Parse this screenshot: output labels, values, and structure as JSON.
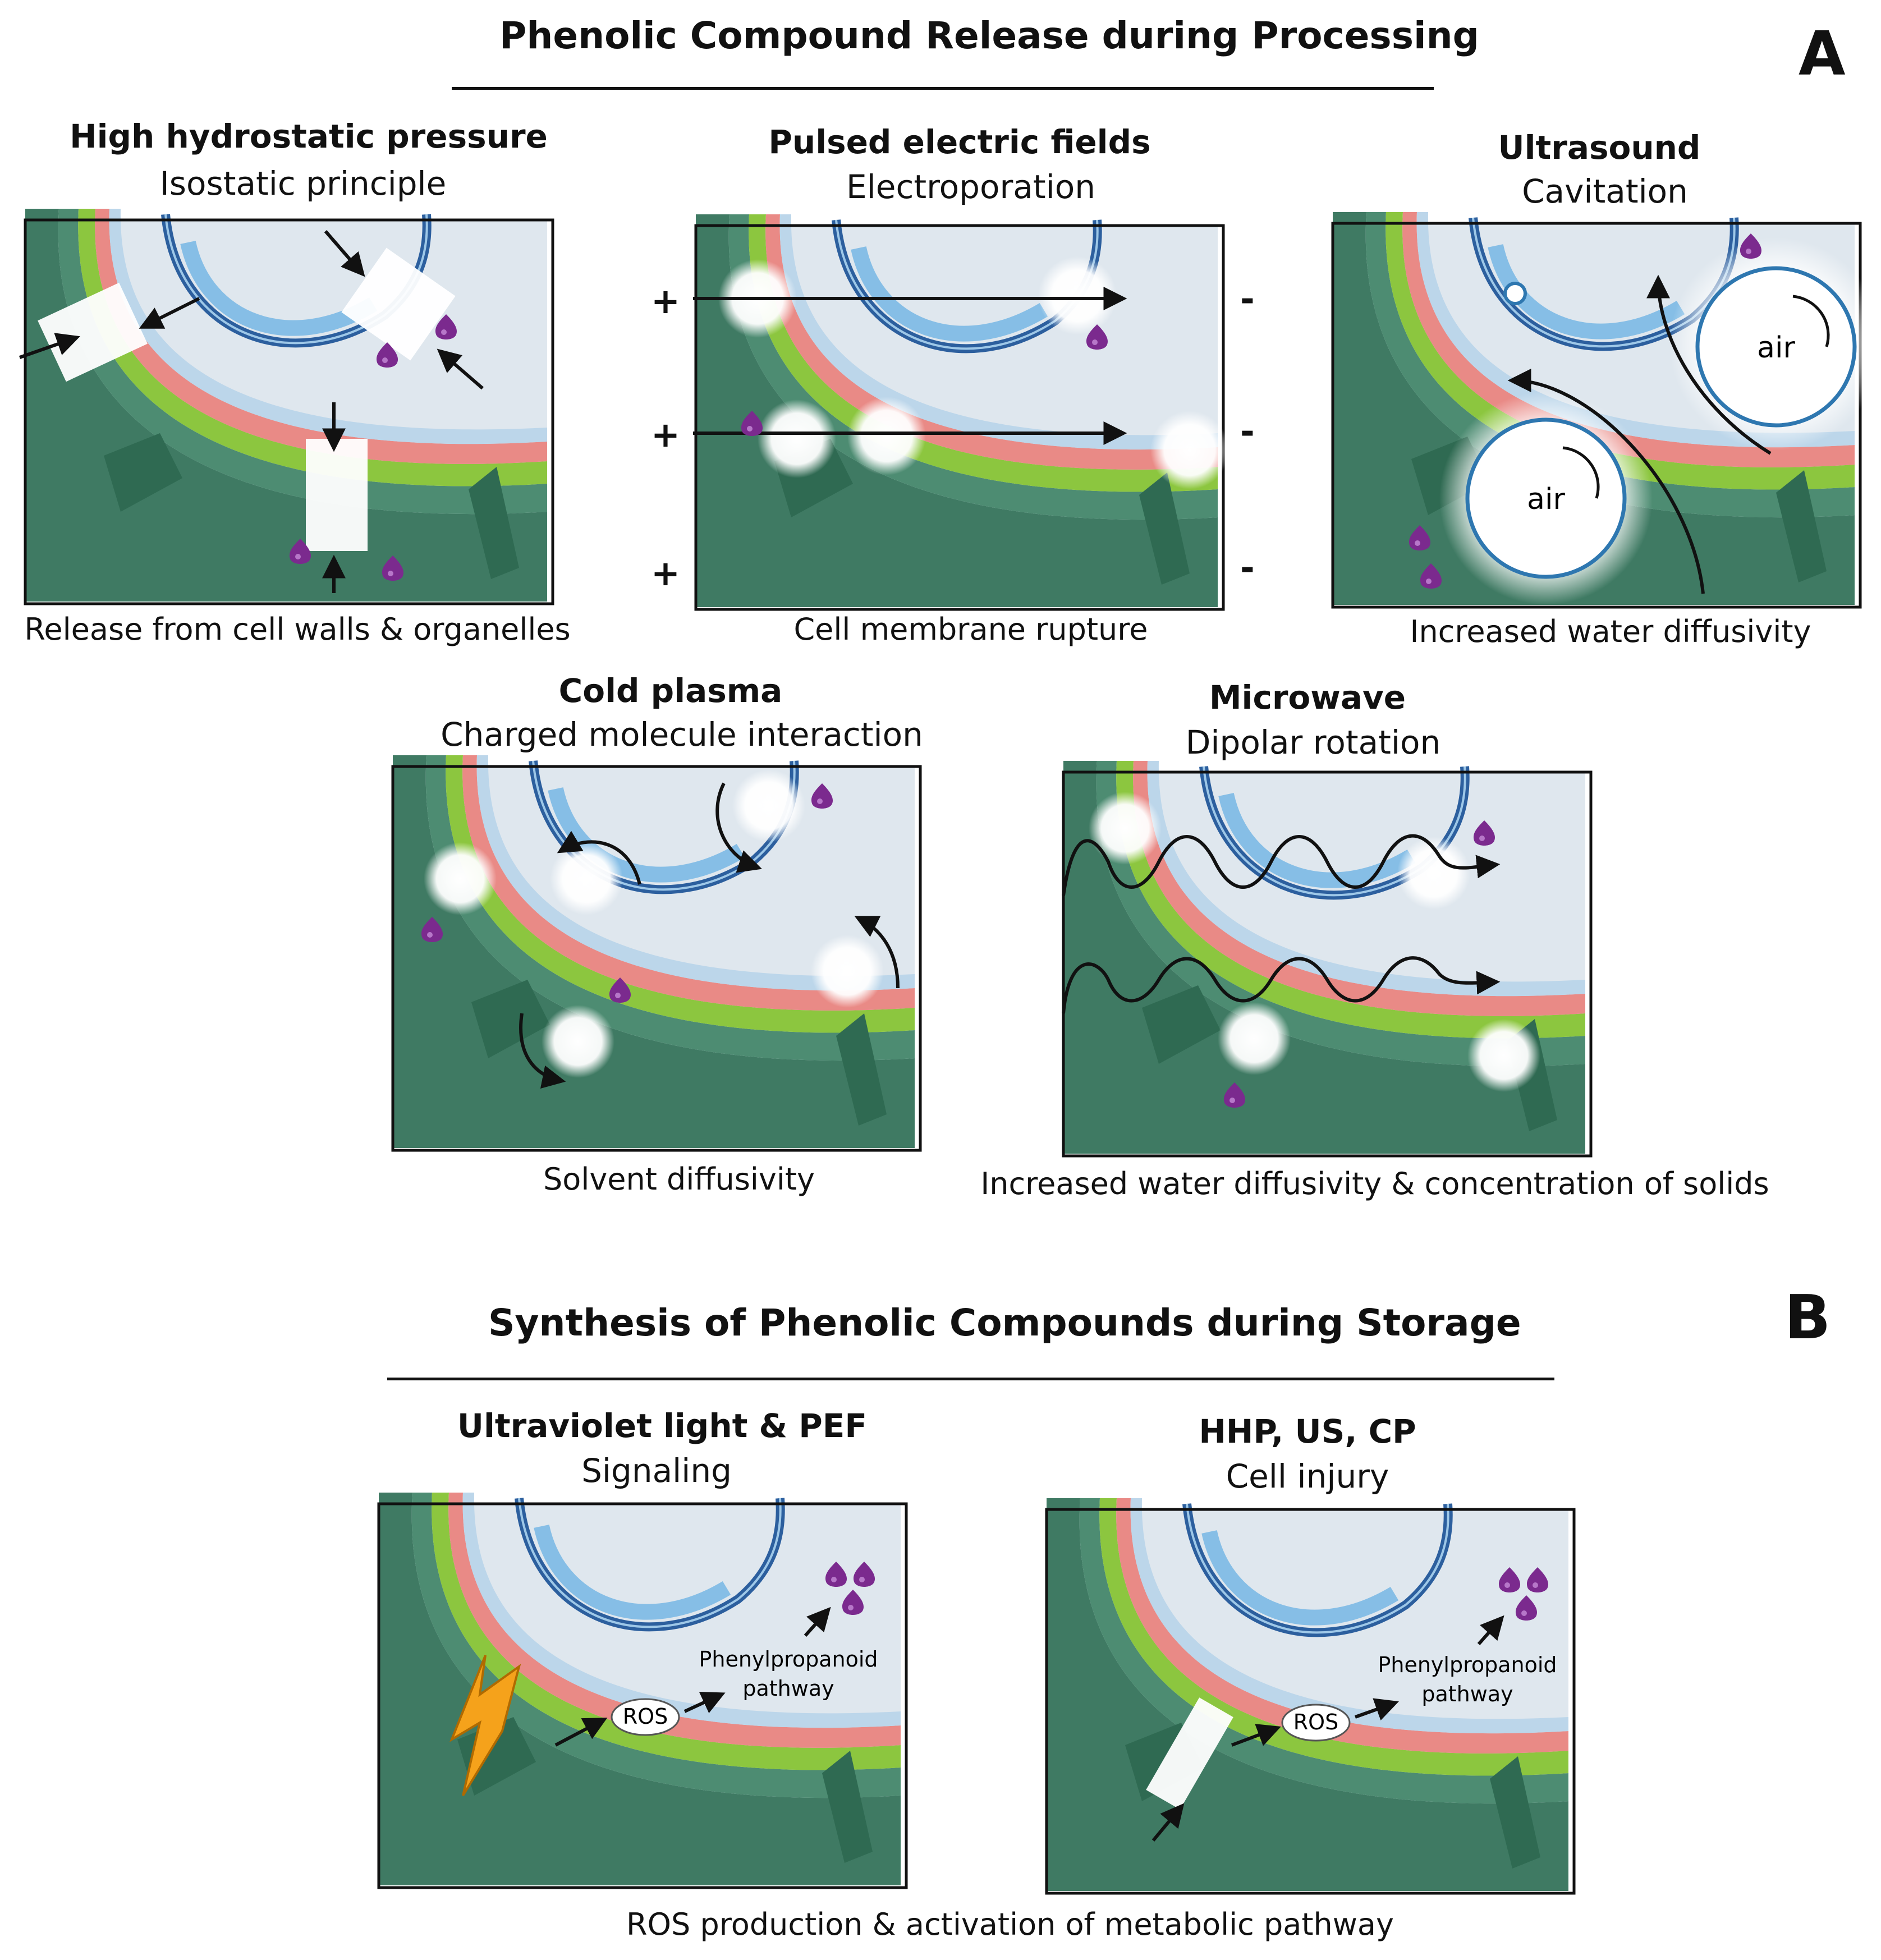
{
  "section_a": {
    "title": "Phenolic Compound Release during Processing",
    "letter": "A",
    "panels": [
      {
        "title": "High hydrostatic pressure",
        "subtitle": "Isostatic principle",
        "caption": "Release from cell walls & organelles"
      },
      {
        "title": "Pulsed electric fields",
        "subtitle": "Electroporation",
        "caption": "Cell membrane rupture"
      },
      {
        "title": "Ultrasound",
        "subtitle": "Cavitation",
        "caption": "Increased water diffusivity"
      },
      {
        "title": "Cold plasma",
        "subtitle": "Charged molecule interaction",
        "caption": "Solvent diffusivity"
      },
      {
        "title": "Microwave",
        "subtitle": "Dipolar rotation",
        "caption": "Increased water diffusivity & concentration of solids"
      }
    ],
    "pef_signs": {
      "plus": "+",
      "minus": "-"
    },
    "air_label": "air"
  },
  "section_b": {
    "title": "Synthesis of Phenolic Compounds during Storage",
    "letter": "B",
    "panels": [
      {
        "title": "Ultraviolet light & PEF",
        "subtitle": "Signaling"
      },
      {
        "title": "HHP, US, CP",
        "subtitle": "Cell injury"
      }
    ],
    "ros_label": "ROS",
    "pathway_line1": "Phenylpropanoid",
    "pathway_line2": "pathway",
    "caption": "ROS production & activation of metabolic pathway"
  },
  "colors": {
    "cell_wall": "#3f7a63",
    "membrane_pink": "#e98a86",
    "vacuole_blue": "#2c5f9e",
    "cytoplasm": "#dfe7ee",
    "phenolic_purple": "#7b2a8e",
    "lightning": "#f5a21b"
  }
}
